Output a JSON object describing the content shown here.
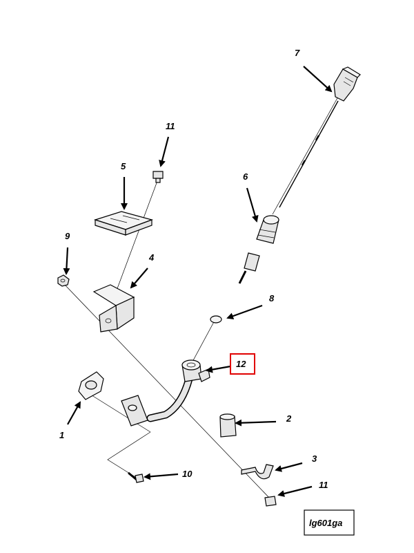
{
  "callouts": {
    "c1": "1",
    "c2": "2",
    "c3": "3",
    "c4": "4",
    "c5": "5",
    "c6": "6",
    "c7": "7",
    "c8": "8",
    "c9": "9",
    "c10": "10",
    "c11a": "11",
    "c11b": "11",
    "c12": "12"
  },
  "reference_id": "lg601ga",
  "colors": {
    "highlight": "#e00000",
    "ink": "#000000"
  }
}
